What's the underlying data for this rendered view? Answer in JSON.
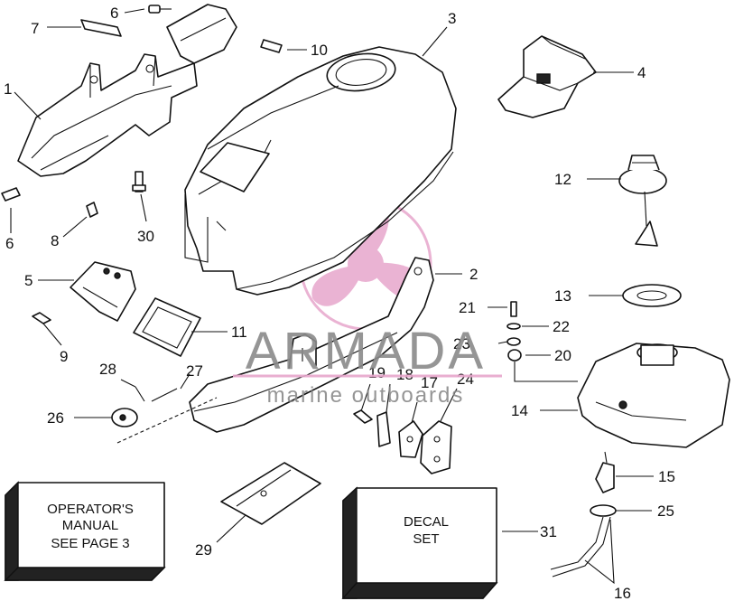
{
  "callouts": [
    {
      "id": "1",
      "label": "1"
    },
    {
      "id": "2",
      "label": "2"
    },
    {
      "id": "3",
      "label": "3"
    },
    {
      "id": "4",
      "label": "4"
    },
    {
      "id": "5",
      "label": "5"
    },
    {
      "id": "6a",
      "label": "6"
    },
    {
      "id": "6b",
      "label": "6"
    },
    {
      "id": "7",
      "label": "7"
    },
    {
      "id": "8",
      "label": "8"
    },
    {
      "id": "9",
      "label": "9"
    },
    {
      "id": "10",
      "label": "10"
    },
    {
      "id": "11",
      "label": "11"
    },
    {
      "id": "12",
      "label": "12"
    },
    {
      "id": "13",
      "label": "13"
    },
    {
      "id": "14",
      "label": "14"
    },
    {
      "id": "15",
      "label": "15"
    },
    {
      "id": "16",
      "label": "16"
    },
    {
      "id": "17",
      "label": "17"
    },
    {
      "id": "18",
      "label": "18"
    },
    {
      "id": "19",
      "label": "19"
    },
    {
      "id": "20",
      "label": "20"
    },
    {
      "id": "21",
      "label": "21"
    },
    {
      "id": "22",
      "label": "22"
    },
    {
      "id": "23",
      "label": "23"
    },
    {
      "id": "24",
      "label": "24"
    },
    {
      "id": "25",
      "label": "25"
    },
    {
      "id": "26",
      "label": "26"
    },
    {
      "id": "27",
      "label": "27"
    },
    {
      "id": "28",
      "label": "28"
    },
    {
      "id": "29",
      "label": "29"
    },
    {
      "id": "30",
      "label": "30"
    },
    {
      "id": "31",
      "label": "31"
    }
  ],
  "boxes": {
    "operators_manual": {
      "line1": "OPERATOR'S",
      "line2": "MANUAL",
      "line3": "SEE PAGE 3"
    },
    "decal_set": {
      "line1": "DECAL",
      "line2": "SET"
    }
  },
  "watermark": {
    "brand": "ARMADA",
    "tagline": "marine outboards",
    "logo": "propeller-logo"
  },
  "colors": {
    "line": "#111111",
    "watermark_pink": "#e7a6cc",
    "watermark_gray": "#8a8a8a"
  }
}
